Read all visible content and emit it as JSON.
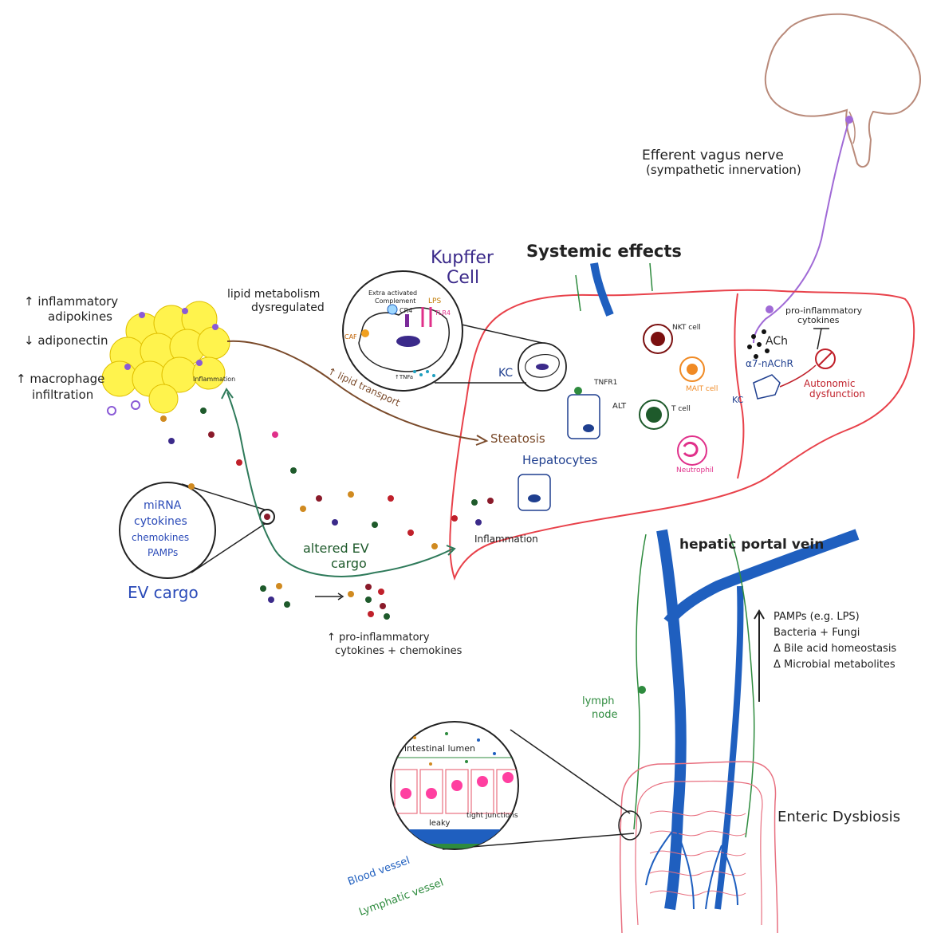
{
  "brain": {
    "nerve_label_line1": "Efferent vagus nerve",
    "nerve_label_line2": "(sympathetic innervation)"
  },
  "liver": {
    "title": "Systemic effects",
    "kupffer_title_line1": "Kupffer",
    "kupffer_title_line2": "Cell",
    "kc_label": "KC",
    "kc_right_label": "KC",
    "hepatocytes_label": "Hepatocytes",
    "steatosis_label": "Steatosis",
    "inflammation_label": "Inflammation",
    "nkt_cell": "NKT cell",
    "mait_cell": "MAIT cell",
    "t_cell": "T cell",
    "neutrophil": "Neutrophil",
    "tnfr1": "TNFR1",
    "alt": "ALT",
    "ach": "ACh",
    "a7nachr": "α7-nAChR",
    "pro_inflammatory_line1": "pro-inflammatory",
    "pro_inflammatory_line2": "cytokines",
    "autonomic_line1": "Autonomic",
    "autonomic_line2": "dysfunction"
  },
  "kupffer_zoom": {
    "complement_line1": "Extra activated",
    "complement_line2": "Complement",
    "cr4": "CR4",
    "lps": "LPS",
    "tlr4": "TLR4",
    "ttnf": "↑TNFa",
    "caf": "CAF"
  },
  "adipose": {
    "line1": "↑ inflammatory",
    "line2": "adipokines",
    "line3": "↓ adiponectin",
    "line4": "↑ macrophage",
    "line5": "infiltration",
    "inflammation": "Inflammation",
    "lipid_line1": "lipid metabolism",
    "lipid_line2": "dysregulated",
    "lipid_transport": "↑ lipid transport"
  },
  "ev": {
    "cargo_items": [
      "miRNA",
      "cytokines",
      "chemokines",
      "PAMPs"
    ],
    "cargo_title": "EV cargo",
    "altered_line1": "altered EV",
    "altered_line2": "cargo",
    "cytokines_line1": "↑ pro-inflammatory",
    "cytokines_line2": "cytokines + chemokines"
  },
  "portal": {
    "vein_label": "hepatic portal vein",
    "pamps": "PAMPs (e.g. LPS)",
    "bacteria": "Bacteria + Fungi",
    "bile": "Δ Bile acid homeostasis",
    "microbial": "Δ Microbial metabolites",
    "lymph_line1": "lymph",
    "lymph_line2": "node"
  },
  "gut": {
    "title": "Enteric Dysbiosis",
    "lumen": "intestinal lumen",
    "leaky": "leaky",
    "tight_junctions": "tight junctions",
    "blood_vessel": "Blood vessel",
    "lymphatic_vessel": "Lymphatic vessel"
  },
  "colors": {
    "liver_outline": "#e8414a",
    "blood": "#1f5fbf",
    "lymph": "#2e8b3e",
    "nerve": "#a06ad6",
    "brain": "#b98a7a",
    "fat": "#fff34d",
    "text": "#222222"
  }
}
